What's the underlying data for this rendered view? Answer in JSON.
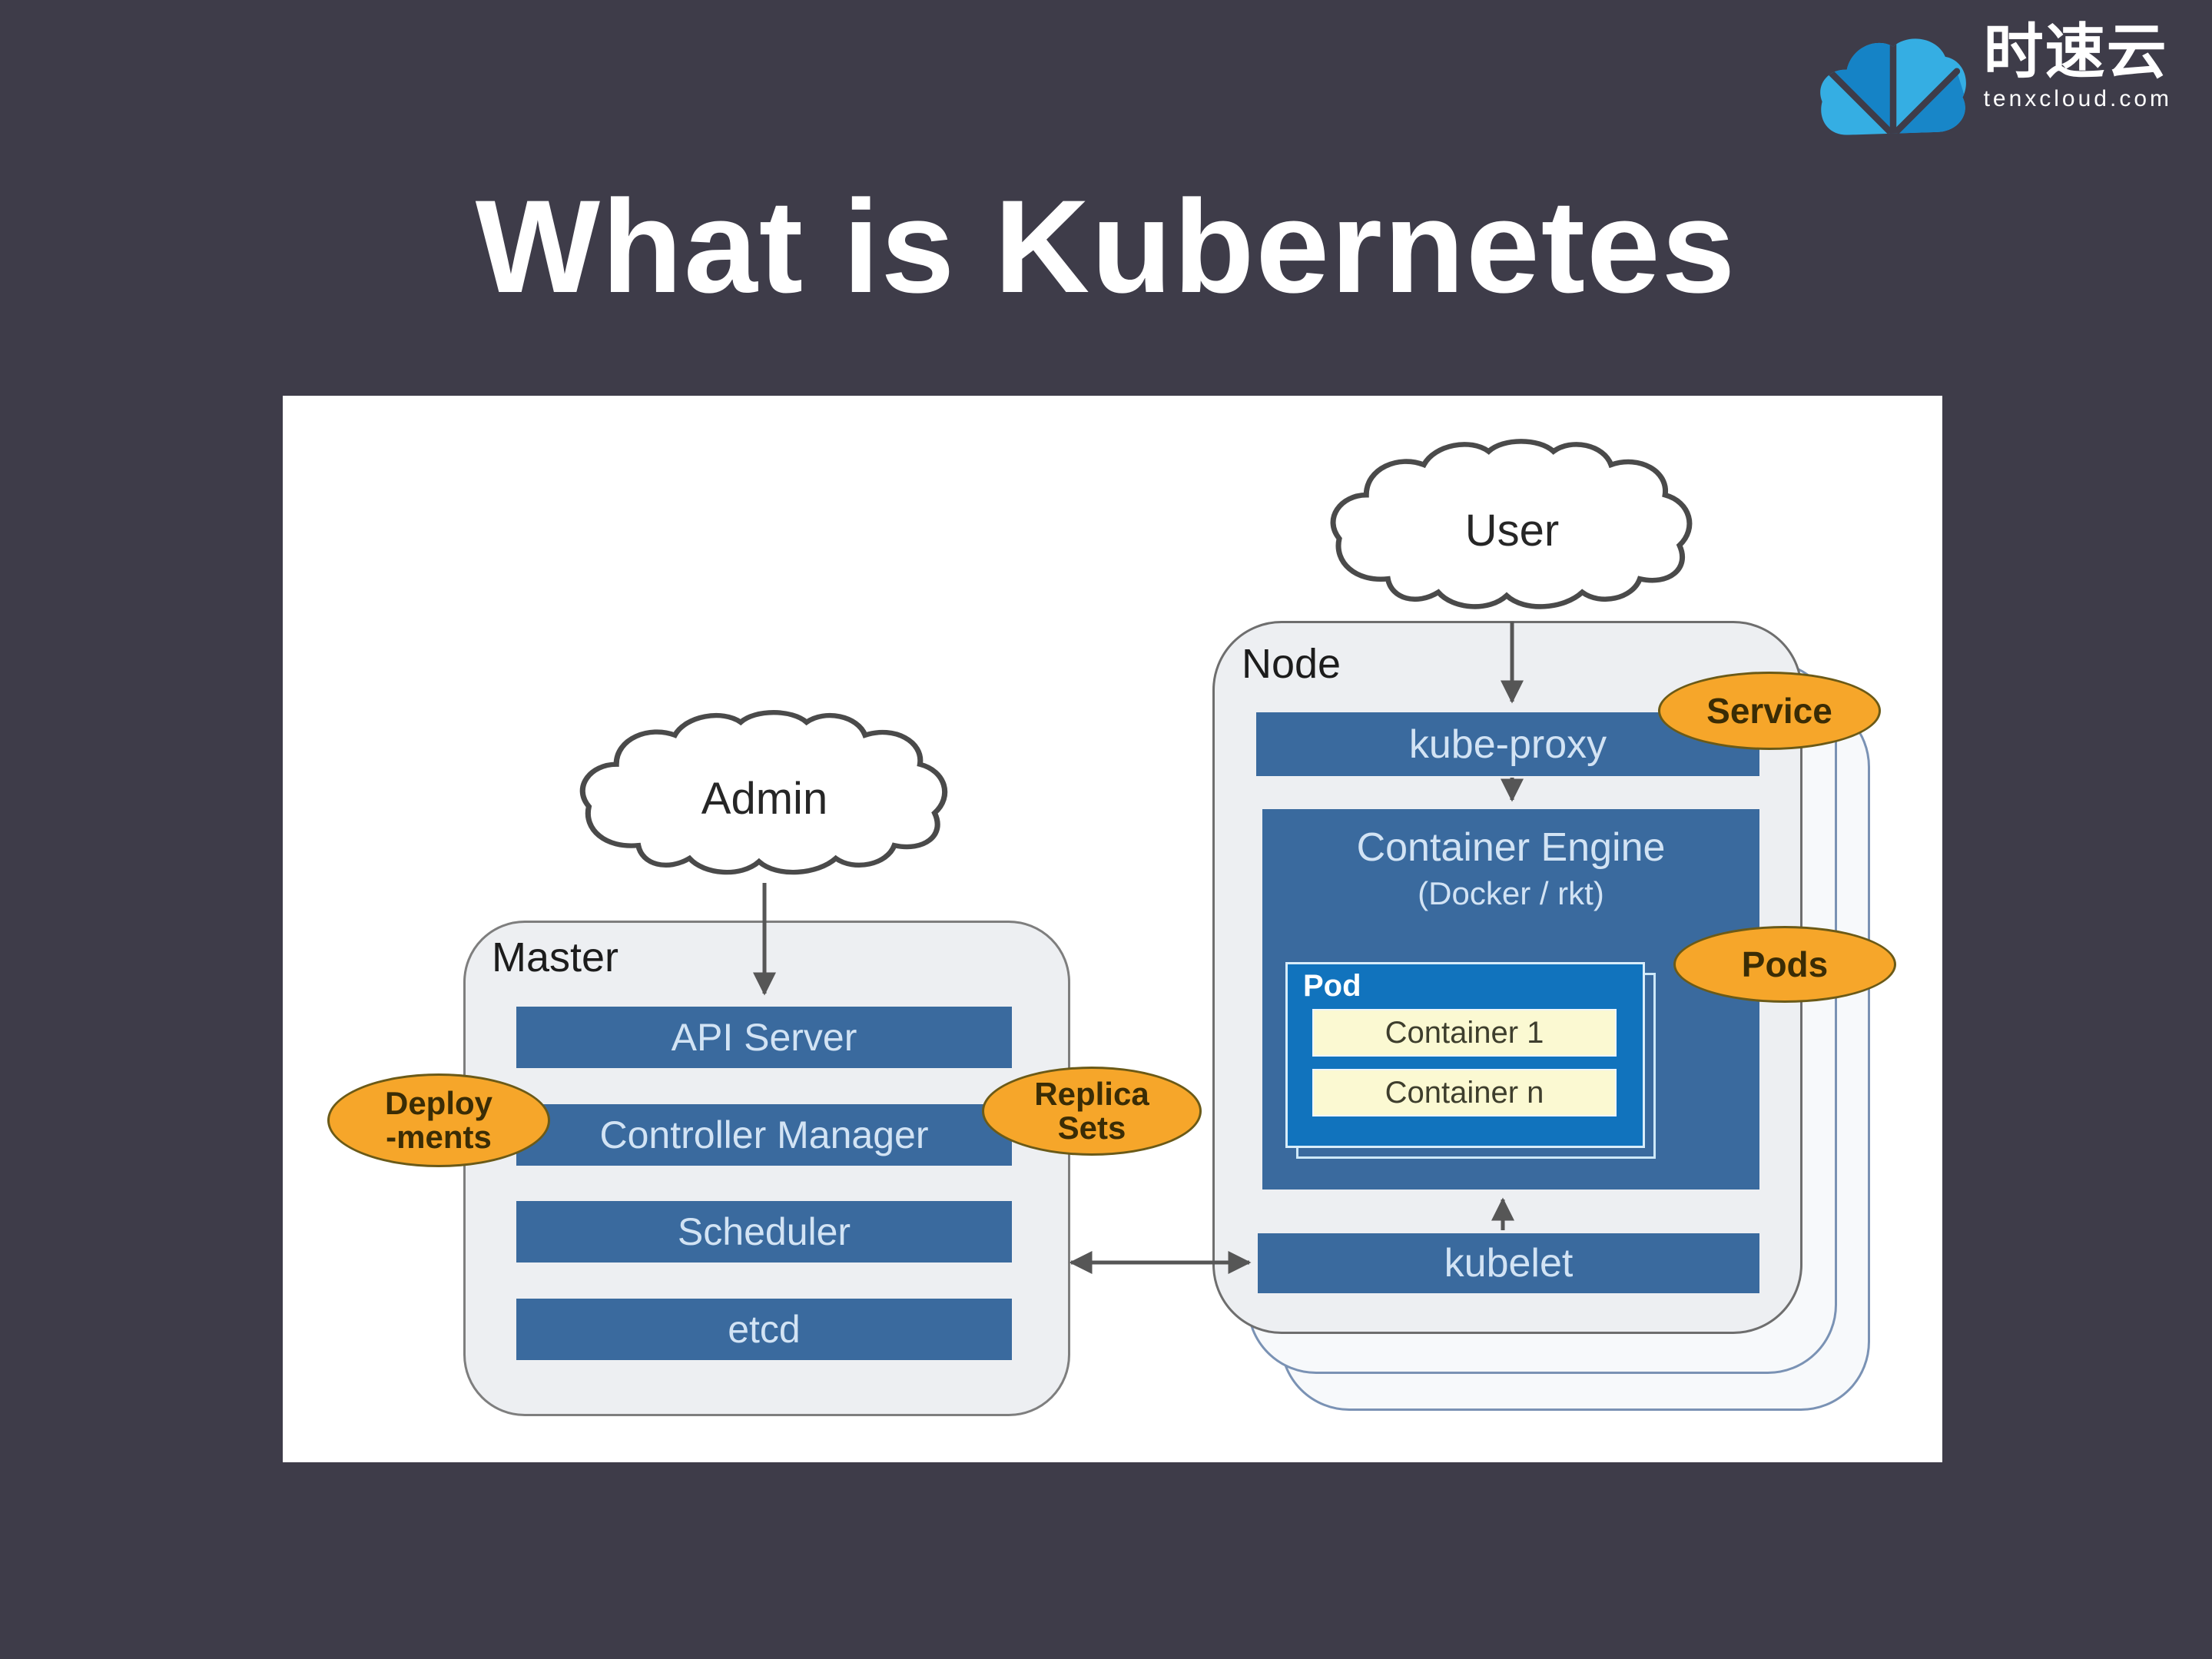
{
  "slide": {
    "background_color": "#3E3C49",
    "title": "What is Kubernetes"
  },
  "logo": {
    "brand": "时速云",
    "domain": "tenxcloud.com",
    "icon": "cloud-logo",
    "colors": {
      "light_blue": "#35AEE3",
      "dark_blue": "#1583C6",
      "medium_blue": "#1886C8"
    }
  },
  "diagram": {
    "clouds": {
      "admin": "Admin",
      "user": "User"
    },
    "master": {
      "label": "Master",
      "components": [
        "API Server",
        "Controller Manager",
        "Scheduler",
        "etcd"
      ]
    },
    "node": {
      "label": "Node",
      "kube_proxy": "kube-proxy",
      "container_engine": {
        "line1": "Container Engine",
        "line2": "(Docker / rkt)"
      },
      "pod": {
        "label": "Pod",
        "containers": [
          "Container 1",
          "Container n"
        ]
      },
      "kubelet": "kubelet"
    },
    "badges": {
      "deployments": {
        "line1": "Deploy",
        "line2": "-ments"
      },
      "replica_sets": {
        "line1": "Replica",
        "line2": "Sets"
      },
      "service": "Service",
      "pods": "Pods"
    },
    "colors": {
      "component_blue": "#3A6A9E",
      "pod_blue": "#1173BD",
      "container_yellow": "#FBF9D2",
      "badge_orange": "#F6A62A",
      "panel_fill": "#EDEFF2",
      "arrow_gray": "#565656"
    }
  }
}
